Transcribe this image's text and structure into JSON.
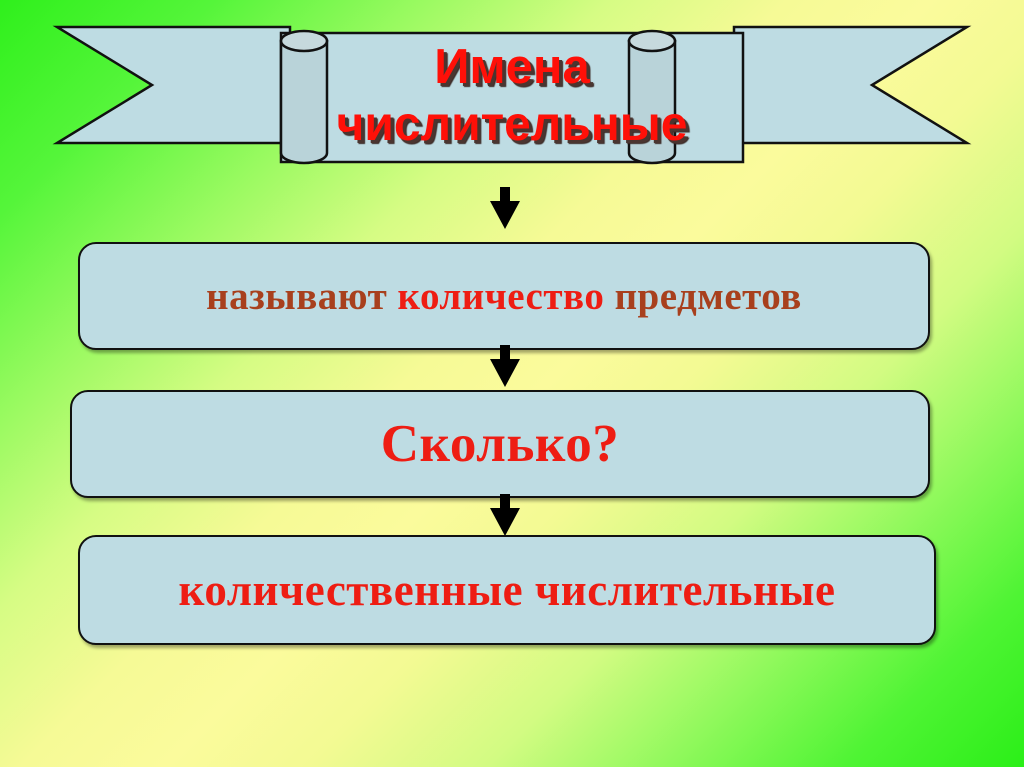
{
  "slide": {
    "banner": {
      "title_line1": "Имена",
      "title_line2": "числительные",
      "title_color": "#ff1008",
      "ribbon_fill": "#bedce3",
      "ribbon_stroke": "#111111"
    },
    "background": {
      "gradient_from": "#2ff01c",
      "gradient_mid": "#fbfb9c",
      "gradient_to": "#2bef18"
    },
    "boxes": [
      {
        "id": "box1",
        "segments": [
          {
            "text": "называют ",
            "color": "#a8401d"
          },
          {
            "text": "количество ",
            "color": "#ee1d13"
          },
          {
            "text": "предметов",
            "color": "#a8401d"
          }
        ],
        "plain_text": "называют количество предметов",
        "fill": "#bedce3"
      },
      {
        "id": "box2",
        "segments": [
          {
            "text": "Сколько?",
            "color": "#ee1d13"
          }
        ],
        "plain_text": "Сколько?",
        "fill": "#bedce3"
      },
      {
        "id": "box3",
        "segments": [
          {
            "text": "количественные числительные",
            "color": "#ee1d13"
          }
        ],
        "plain_text": "количественные числительные",
        "fill": "#bedce3"
      }
    ],
    "arrows": [
      {
        "name": "arrow-banner-to-box1",
        "direction": "down",
        "color": "#000000"
      },
      {
        "name": "arrow-box1-to-box2",
        "direction": "down",
        "color": "#000000"
      },
      {
        "name": "arrow-box2-to-box3",
        "direction": "down",
        "color": "#000000"
      }
    ]
  }
}
